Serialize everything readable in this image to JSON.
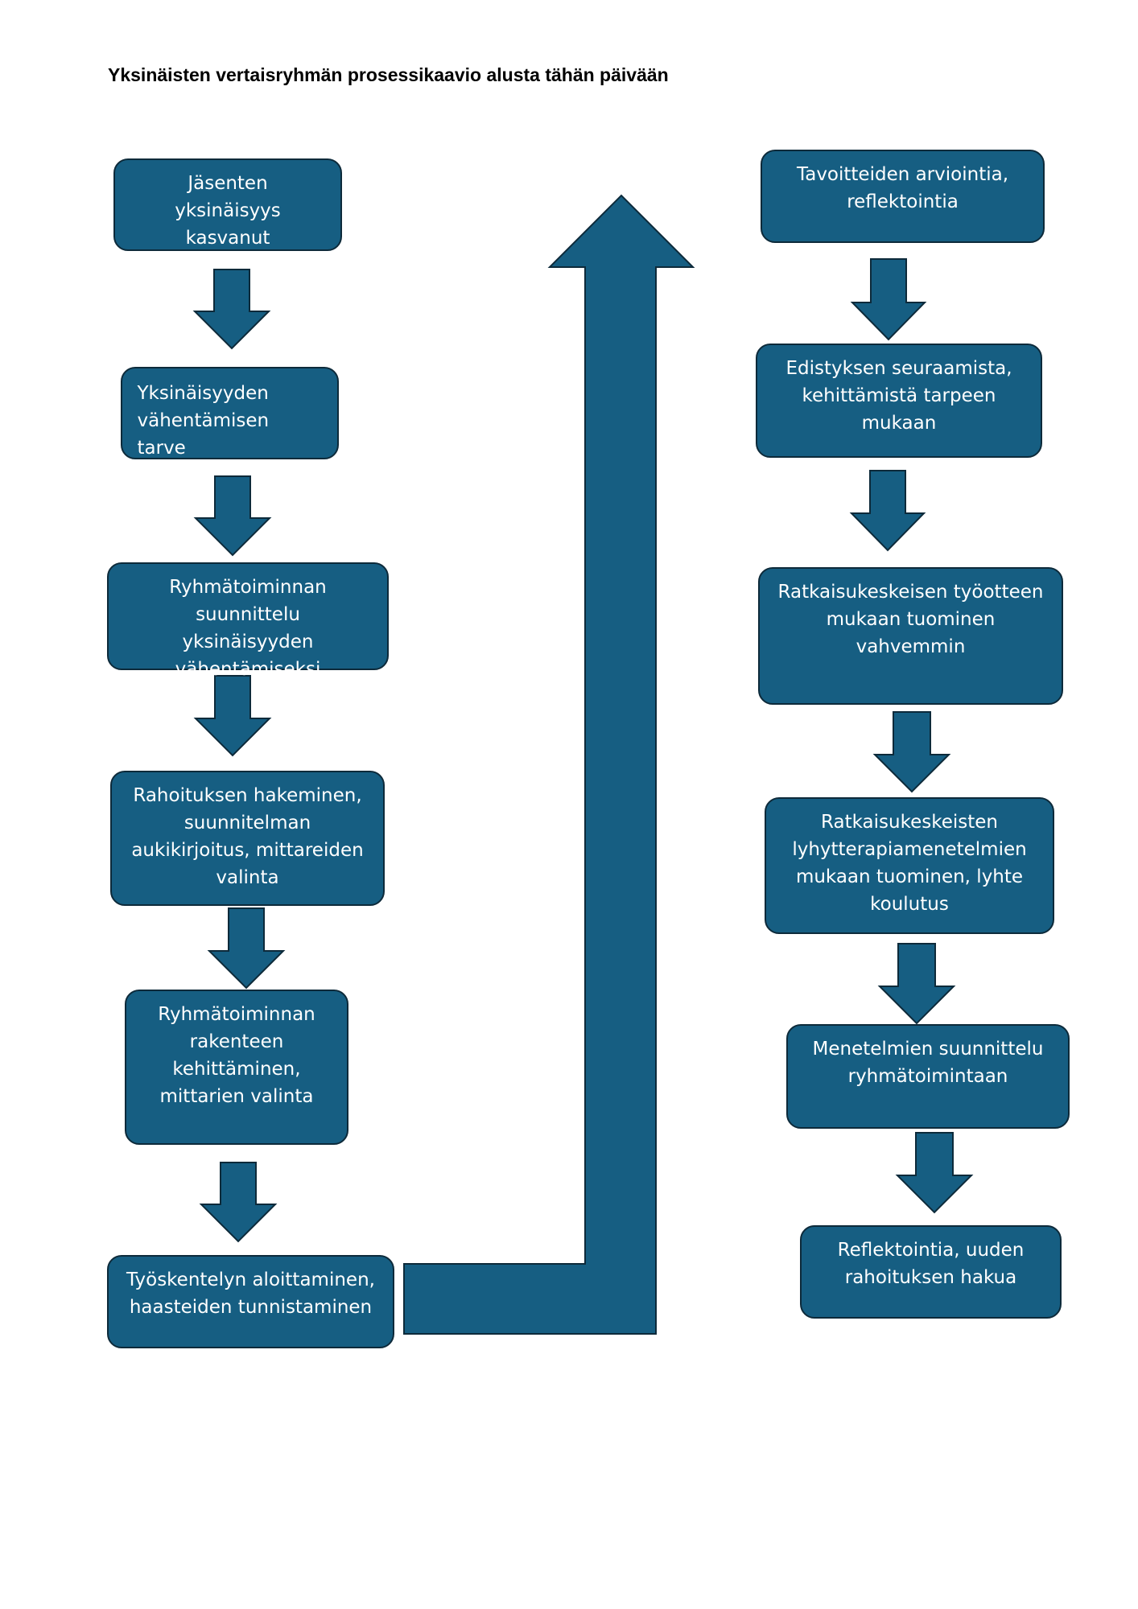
{
  "title": "Yksinäisten vertaisryhmän prosessikaavio alusta tähän päivään",
  "colors": {
    "box_fill": "#165e82",
    "box_border": "#0d2a3a",
    "text": "#ffffff"
  },
  "left_column": [
    {
      "text": "Jäsenten yksinäisyys kasvanut"
    },
    {
      "text": "Yksinäisyyden vähentämisen tarve"
    },
    {
      "text": "Ryhmätoiminnan suunnittelu yksinäisyyden vähentämiseksi"
    },
    {
      "text": "Rahoituksen hakeminen, suunnitelman aukikirjoitus, mittareiden valinta"
    },
    {
      "text": "Ryhmätoiminnan rakenteen kehittäminen, mittarien valinta"
    },
    {
      "text": "Työskentelyn aloittaminen, haasteiden tunnistaminen"
    }
  ],
  "right_column": [
    {
      "text": "Tavoitteiden arviointia, reflektointia"
    },
    {
      "text": "Edistyksen seuraamista, kehittämistä tarpeen mukaan"
    },
    {
      "text": "Ratkaisukeskeisen työotteen mukaan tuominen vahvemmin"
    },
    {
      "text": "Ratkaisukeskeisten lyhytterapiamenetelmien mukaan tuominen, lyhte koulutus"
    },
    {
      "text": "Menetelmien suunnittelu ryhmätoimintaan"
    },
    {
      "text": "Reflektointia, uuden rahoituksen hakua"
    }
  ]
}
